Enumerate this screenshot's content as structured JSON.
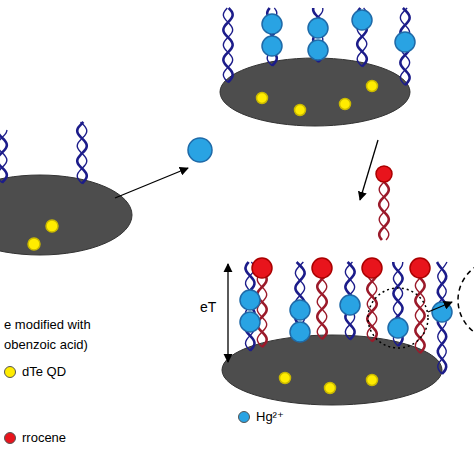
{
  "diagram": {
    "labels": [
      "e modified with",
      "obenzoic acid)",
      "eT"
    ],
    "legend": [
      {
        "text": "dTe QD",
        "color": "#ffec00"
      },
      {
        "text": "Hg²⁺",
        "color": "#29a3e3"
      },
      {
        "text": "rrocene",
        "color": "#e8141c"
      }
    ]
  }
}
